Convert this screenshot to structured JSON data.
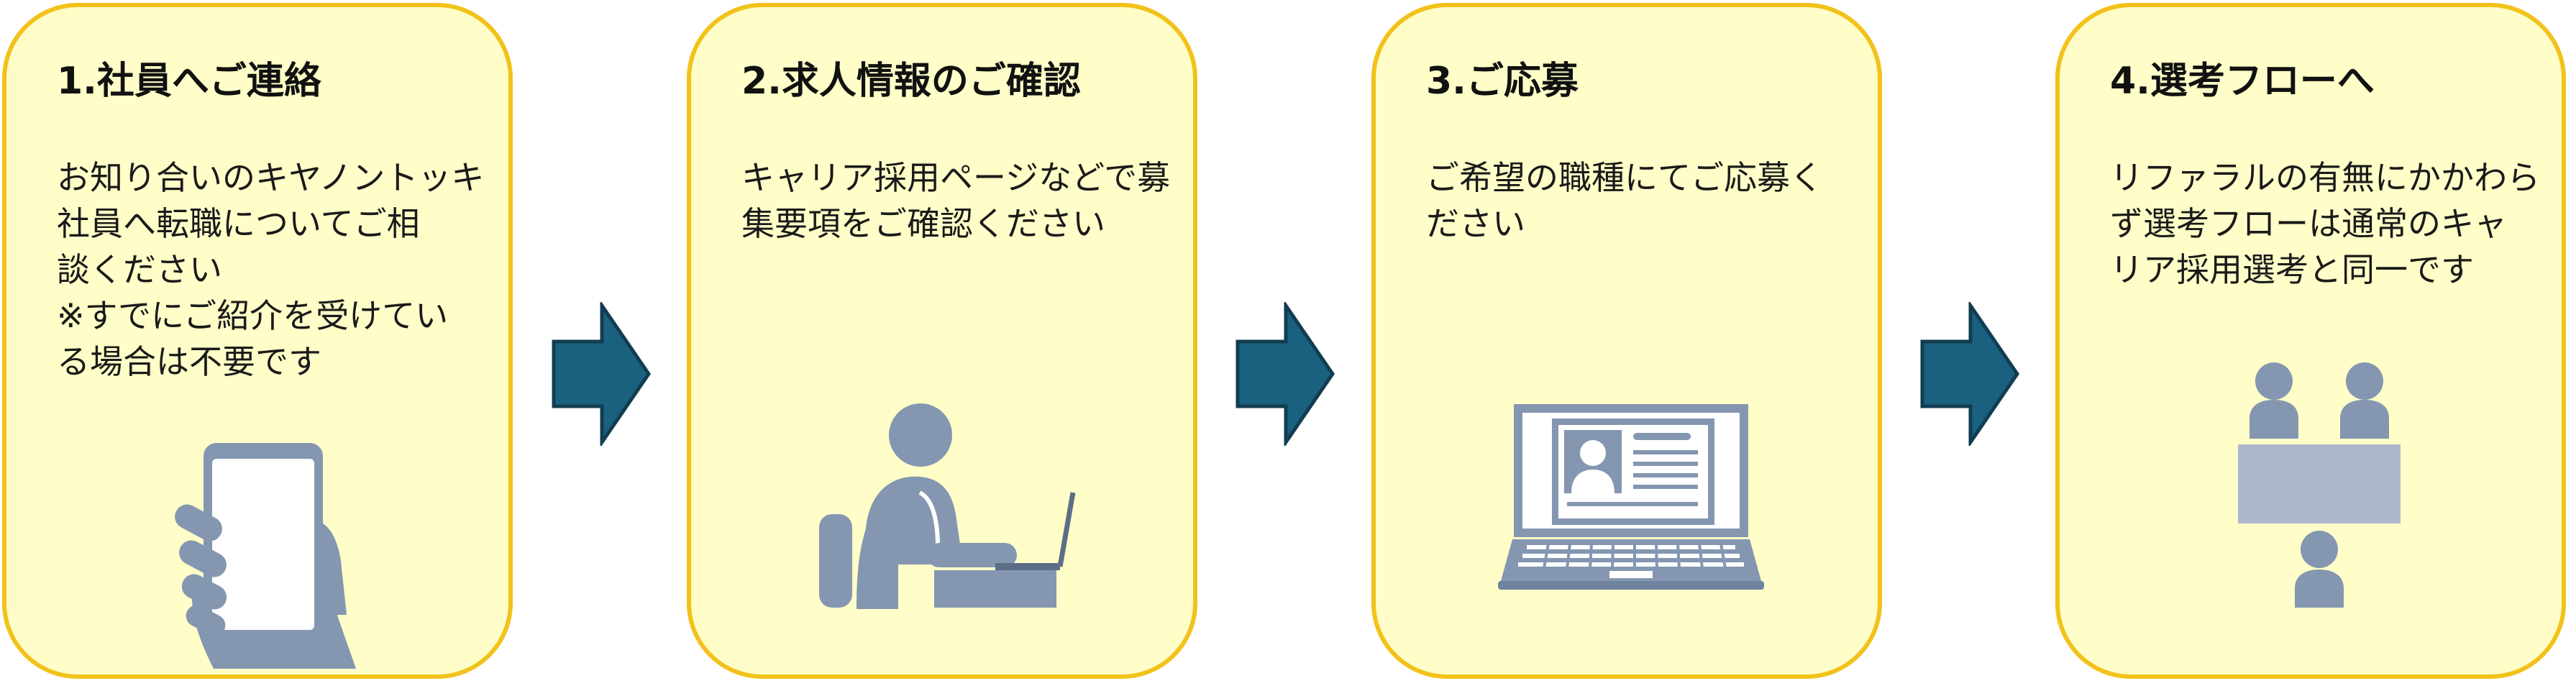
{
  "steps": [
    {
      "title": "1.社員へご連絡",
      "body": "お知り合いのキヤノントッキ\n社員へ転職についてご相\n談ください\n※すでにご紹介を受けてい\nる場合は不要です",
      "icon": "hand-holding-smartphone-icon"
    },
    {
      "title": "2.求人情報のご確認",
      "body": "キャリア採用ページなどで募\n集要項をご確認ください",
      "icon": "person-at-laptop-icon"
    },
    {
      "title": "3.ご応募",
      "body": "ご希望の職種にてご応募く\nださい",
      "icon": "laptop-profile-icon"
    },
    {
      "title": "4.選考フローへ",
      "body": "リファラルの有無にかかわら\nず選考フローは通常のキャ\nリア採用選考と同一です",
      "icon": "interview-meeting-icon"
    }
  ],
  "colors": {
    "card_fill": "#fffec8",
    "card_border": "#f2c21b",
    "arrow_fill": "#19617f",
    "icon_fill": "#8496b0"
  }
}
